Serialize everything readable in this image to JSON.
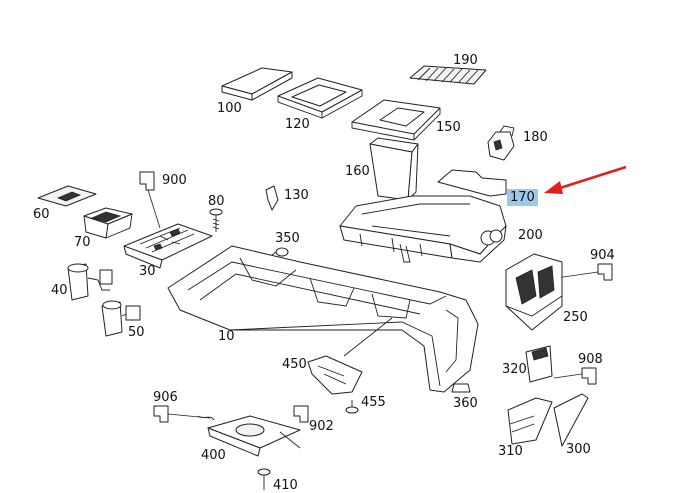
{
  "colors": {
    "callout_highlight": "#9cc9ea",
    "arrow": "#e02020",
    "line": "#222222"
  },
  "labels": {
    "p100": "100",
    "p120": "120",
    "p190": "190",
    "p150": "150",
    "p180": "180",
    "p160": "160",
    "p170": "170",
    "p200": "200",
    "p900": "900",
    "p80": "80",
    "p130": "130",
    "p60": "60",
    "p70": "70",
    "p350": "350",
    "p30": "30",
    "p40": "40",
    "p50": "50",
    "p10": "10",
    "p904": "904",
    "p250": "250",
    "p908": "908",
    "p320": "320",
    "p450": "450",
    "p455": "455",
    "p360": "360",
    "p906": "906",
    "p902": "902",
    "p400": "400",
    "p310": "310",
    "p300": "300",
    "p410": "410"
  }
}
